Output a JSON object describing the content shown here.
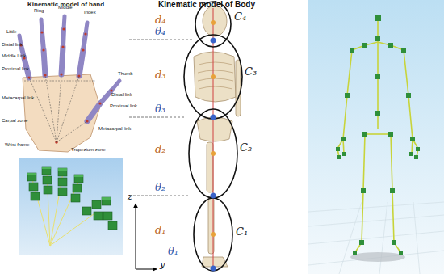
{
  "diagram": {
    "labels": [
      "Kinematic model of hand",
      "Little",
      "Ring",
      "Middle",
      "Index",
      "Distal link",
      "Middle Link",
      "Proximal link",
      "Metacarpal link",
      "Carpal zone",
      "Wrist frame",
      "Trapezium zone",
      "Thumb",
      "Distal link",
      "Proximal link",
      "Metacarpal link",
      "Kinematic model of Body",
      "d₄",
      "θ₄",
      "C₄",
      "d₃",
      "C₃",
      "θ₃",
      "d₂",
      "C₂",
      "θ₂",
      "d₁",
      "C₁",
      "θ₁",
      "z",
      "y"
    ]
  }
}
